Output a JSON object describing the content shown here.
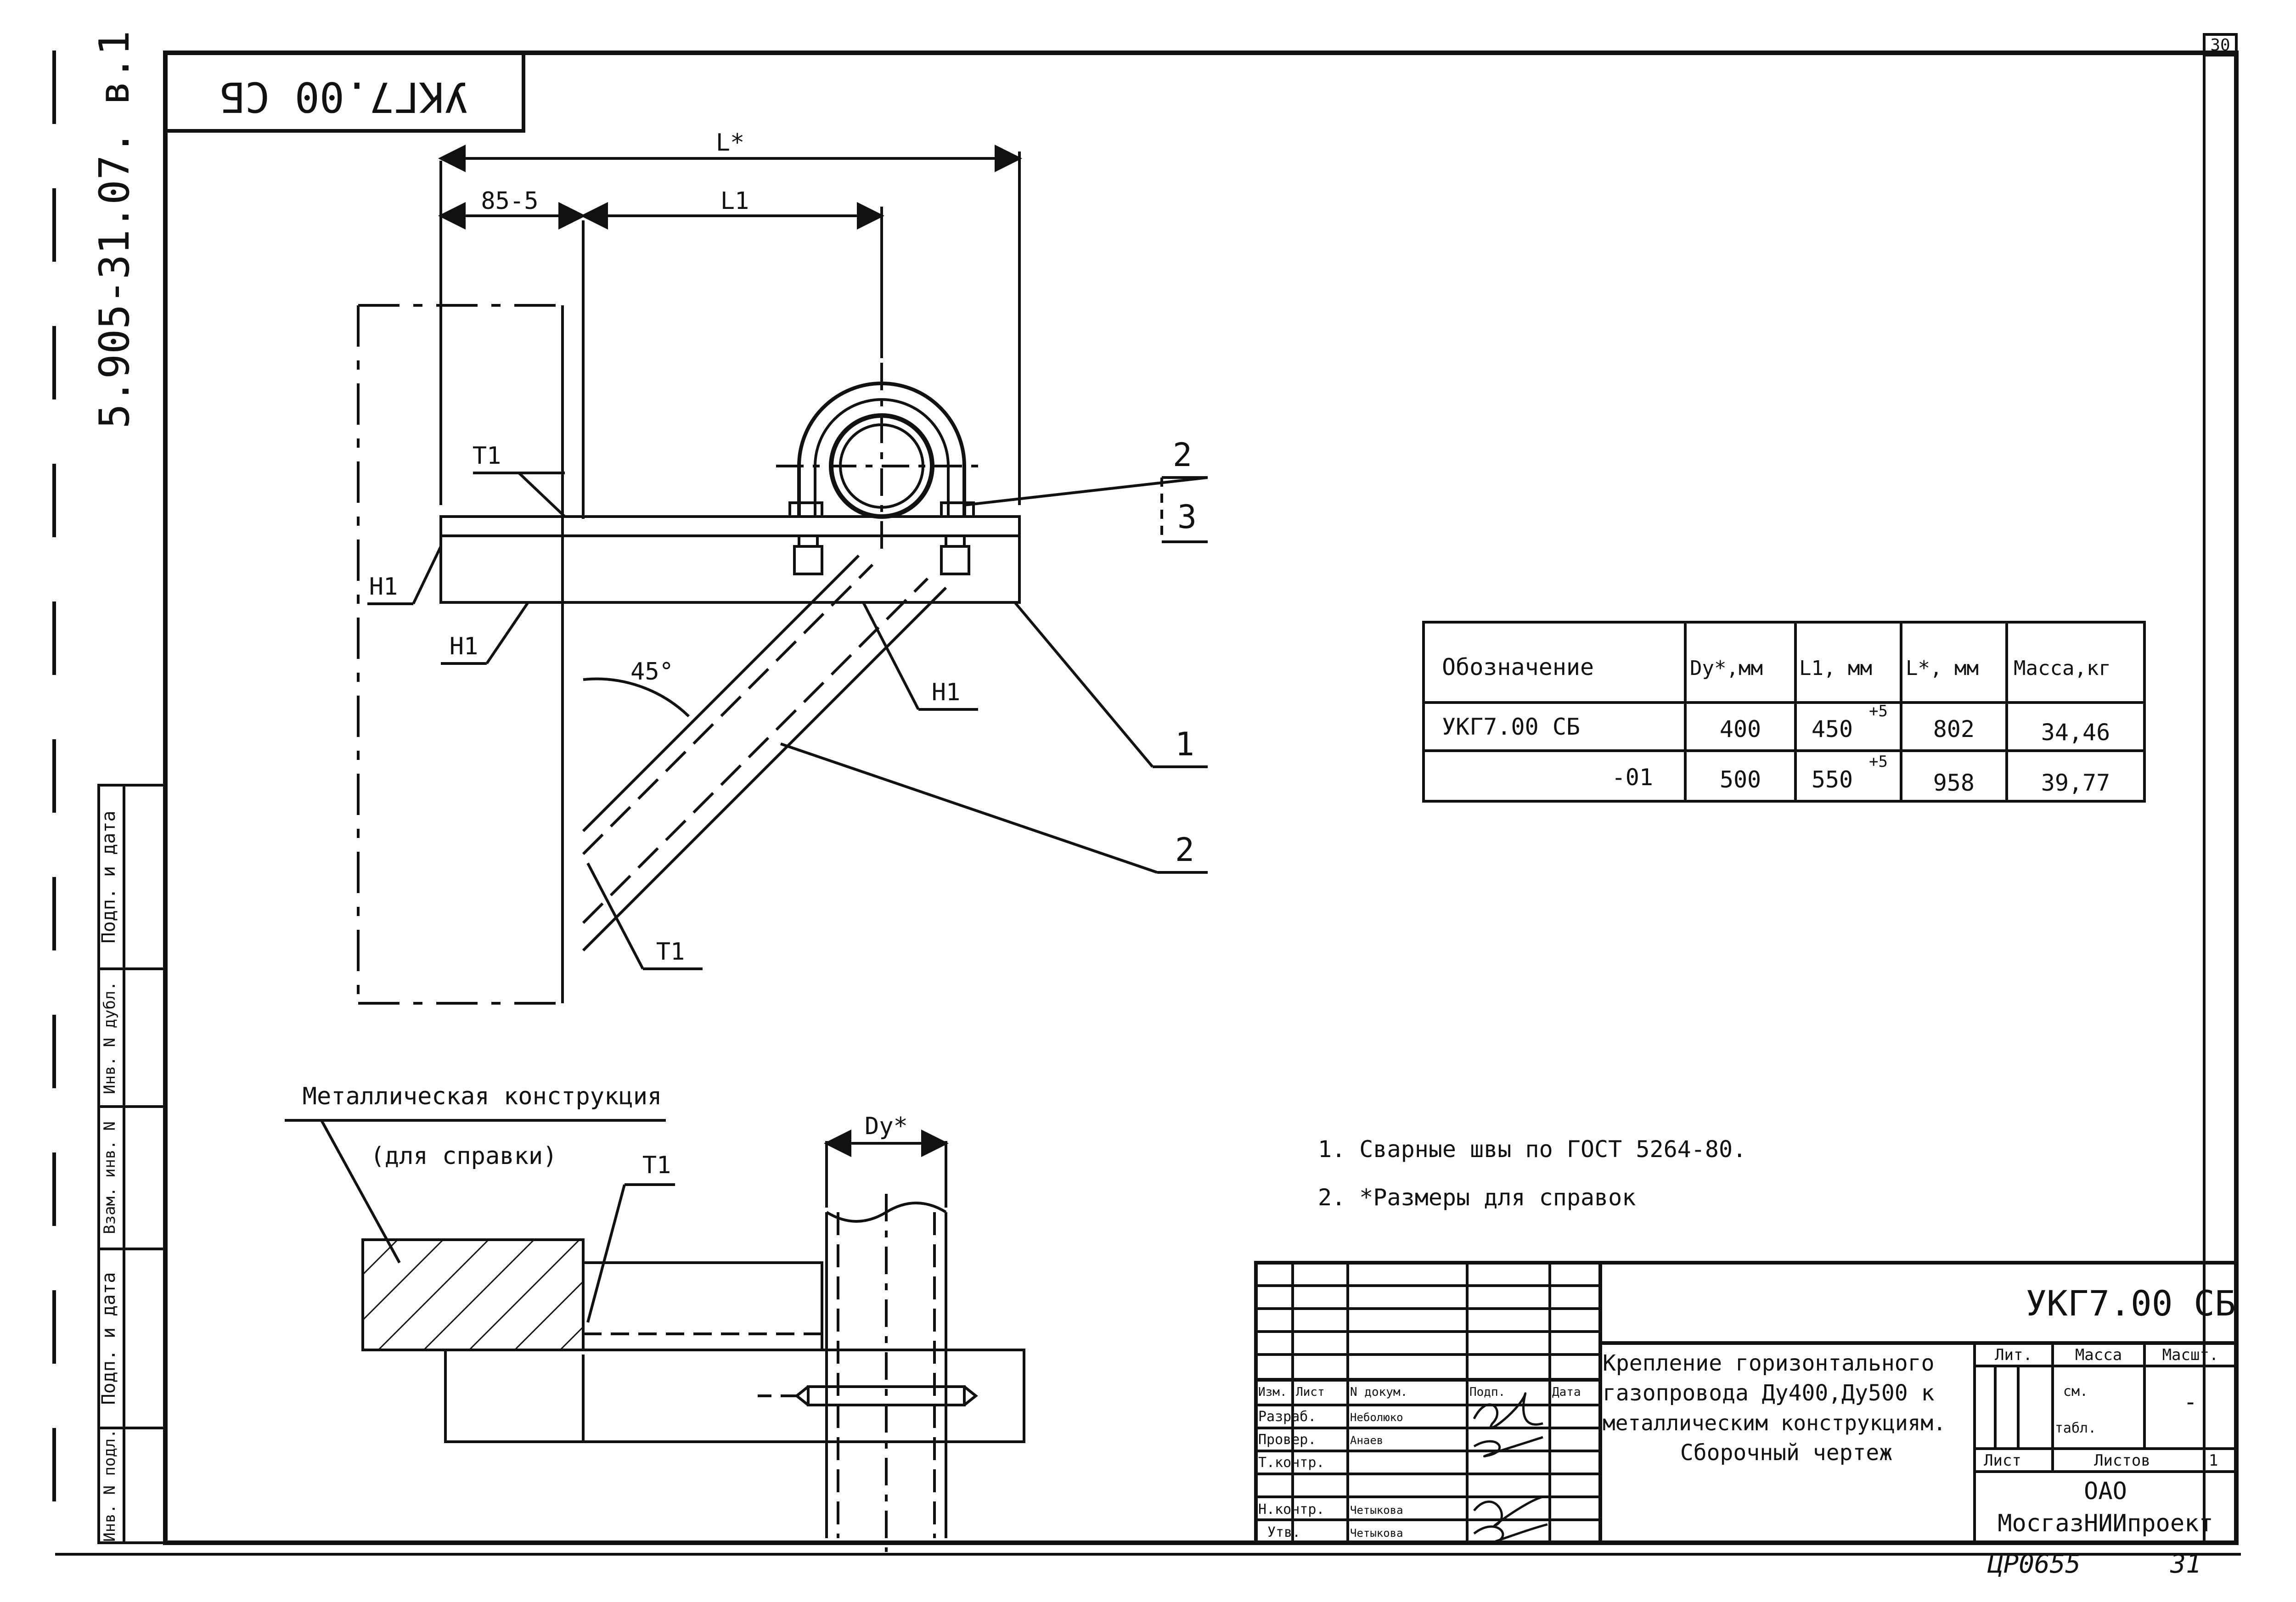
{
  "sheet": {
    "page_number": "30",
    "doc_code_mirrored": "УКГ7.00 СБ",
    "series_code": "5.905-31.07. в.1",
    "footer_number": "ЦР0655",
    "footer_page": "31"
  },
  "left_strip": {
    "labels": [
      "Подп. и дата",
      "Инв. N дубл.",
      "Взам. инв. N",
      "Подп. и дата",
      "Инв. N подл."
    ]
  },
  "drawing": {
    "dim_L_total": "L*",
    "dim_85": "85-5",
    "dim_L1": "L1",
    "label_T1_top": "T1",
    "label_H1_left": "H1",
    "label_H1_bottom": "H1",
    "label_H1_right": "H1",
    "angle": "45°",
    "label_T1_low": "T1",
    "pos_2_top": "2",
    "pos_3": "3",
    "pos_1": "1",
    "pos_2_brace": "2",
    "plan_structure_label": "Металлическая конструкция",
    "plan_reference_label": "(для справки)",
    "plan_T1": "T1",
    "plan_dim_dy": "Dy*"
  },
  "spec_table": {
    "headers": [
      "Обозначение",
      "Dy*,мм",
      "L1, мм",
      "L*, мм",
      "Масса,кг"
    ],
    "rows": [
      [
        "УКГ7.00 СБ",
        "400",
        "450",
        "+5",
        "802",
        "34,46"
      ],
      [
        "-01",
        "500",
        "550",
        "+5",
        "958",
        "39,77"
      ]
    ]
  },
  "notes": [
    "1. Сварные швы по ГОСТ 5264-80.",
    "2. *Размеры для справок"
  ],
  "title_block": {
    "designation": "УКГ7.00 СБ",
    "name_lines": [
      "Крепление горизонтального",
      "газопровода Ду400,Ду500 к",
      "металлическим конструкциям.",
      "Сборочный чертеж"
    ],
    "col_headers": [
      "Изм.",
      "Лист",
      "N докум.",
      "Подп.",
      "Дата"
    ],
    "roles": [
      "Разраб.",
      "Провер.",
      "Т.контр.",
      "",
      "Н.контр.",
      "Утв."
    ],
    "names": [
      "Неболюко",
      "Анаев",
      "",
      "",
      "Четыкова",
      "Четыкова"
    ],
    "lit": "Лит.",
    "mass": "Масса",
    "scale": "Масшт.",
    "mass_value_1": "см.",
    "mass_value_2": "табл.",
    "scale_value": "-",
    "sheet_label": "Лист",
    "sheets_label": "Листов",
    "sheets_value": "1",
    "org_line1": "ОАО",
    "org_line2": "МосгазНИИпроект"
  }
}
